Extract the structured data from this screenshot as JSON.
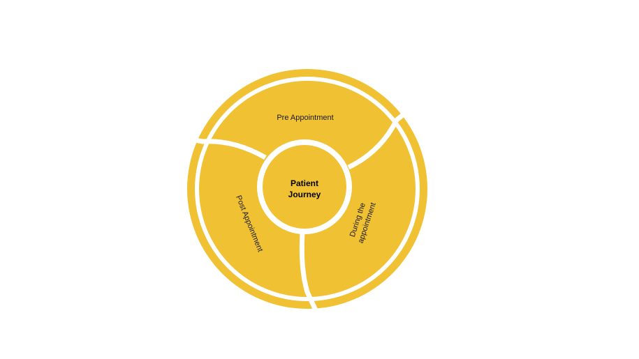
{
  "diagram": {
    "center": {
      "line1": "Patient",
      "line2": "Journey"
    },
    "segments": [
      {
        "id": "pre",
        "label": "Pre Appointment"
      },
      {
        "id": "during",
        "label_line1": "During the",
        "label_line2": "appointment"
      },
      {
        "id": "post",
        "label": "Post Appointment"
      }
    ],
    "colors": {
      "fill": "#F0C132",
      "separator": "#FFFFFF",
      "background": "#FFFFFF"
    }
  }
}
